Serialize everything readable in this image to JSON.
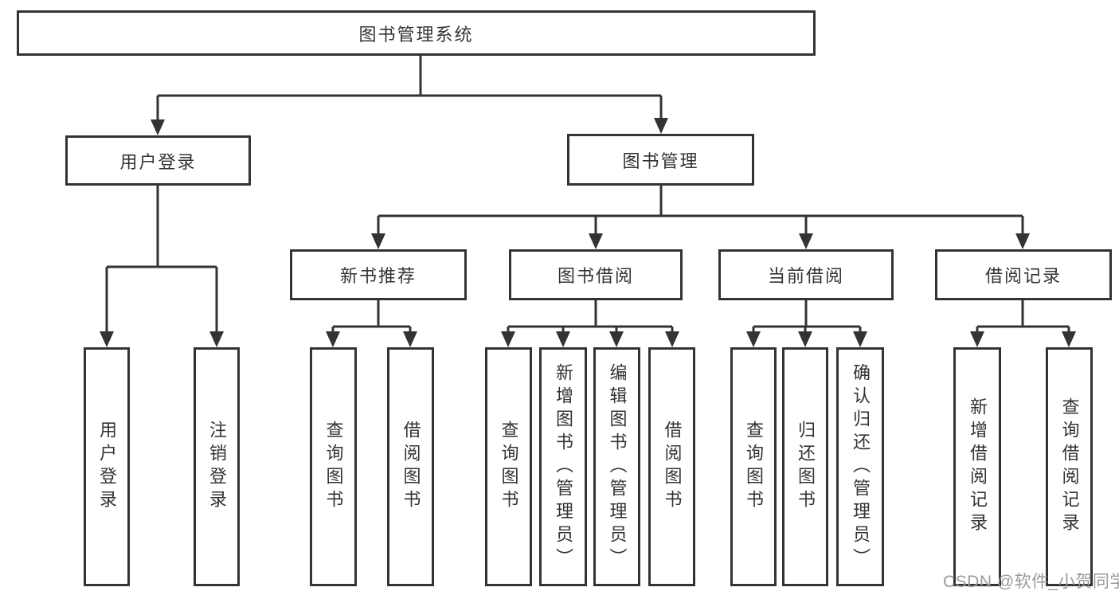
{
  "diagram": {
    "title": "图书管理系统",
    "watermark": "CSDN @软件_小贺同学",
    "colors": {
      "line": "#333333",
      "box_border": "#333333",
      "box_background": "#ffffff",
      "text": "#333333",
      "watermark": "#9a9a9a"
    }
  },
  "nodes": {
    "root": "图书管理系统",
    "user_login": "用户登录",
    "book_management": "图书管理",
    "leaf_user_login": "用户登录",
    "leaf_logout_login": "注销登录",
    "new_book_recommend": "新书推荐",
    "book_borrow": "图书借阅",
    "current_borrow": "当前借阅",
    "borrow_record": "借阅记录",
    "nb_query_book": "查询图书",
    "nb_borrow_book": "借阅图书",
    "bb_query_book": "查询图书",
    "bb_add_book": "新增图书（管理员）",
    "bb_edit_book": "编辑图书（管理员）",
    "bb_borrow_book": "借阅图书",
    "cb_query_book": "查询图书",
    "cb_return_book": "归还图书",
    "cb_confirm_return": "确认归还（管理员）",
    "br_add_record": "新增借阅记录",
    "br_query_record": "查询借阅记录"
  }
}
